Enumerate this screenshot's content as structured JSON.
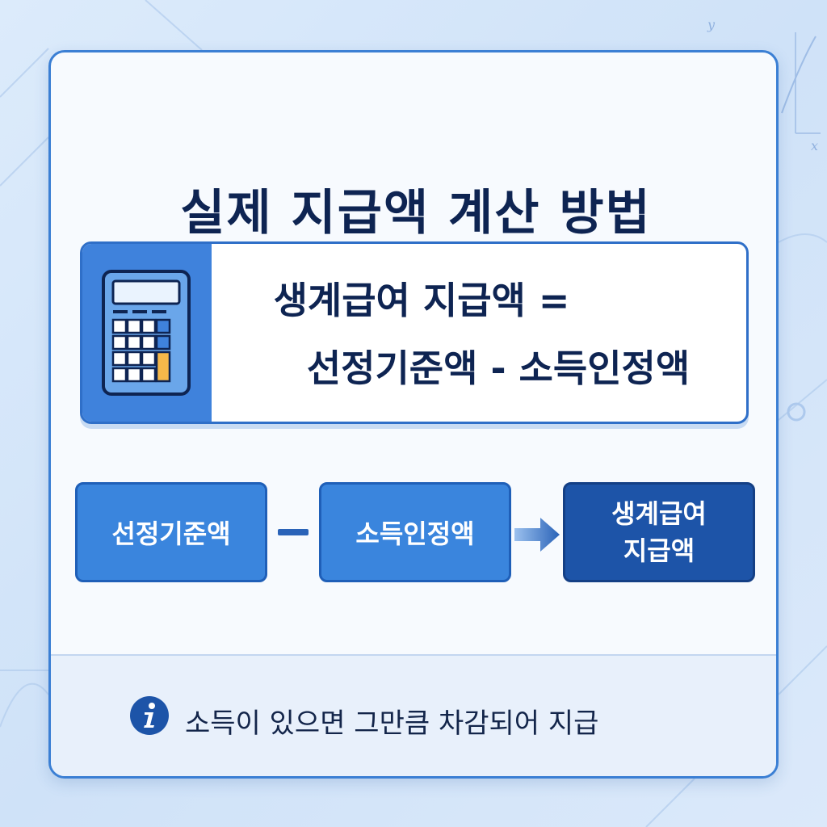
{
  "title": "실제 지급액 계산 방법",
  "formula": {
    "line1": "생계급여 지급액 =",
    "line2": "선정기준액 - 소득인정액"
  },
  "steps": [
    {
      "label": "선정기준액"
    },
    {
      "label": "소득인정액"
    },
    {
      "label_line1": "생계급여",
      "label_line2": "지급액"
    }
  ],
  "note": "소득이 있으면 그만큼 차감되어 지급",
  "icons": {
    "calculator": "calculator-icon",
    "minus": "minus-icon",
    "arrow": "arrow-right-icon",
    "info": "info-icon"
  },
  "colors": {
    "accent": "#3a85dd",
    "dark_accent": "#1d54a8",
    "title": "#0e2452"
  }
}
